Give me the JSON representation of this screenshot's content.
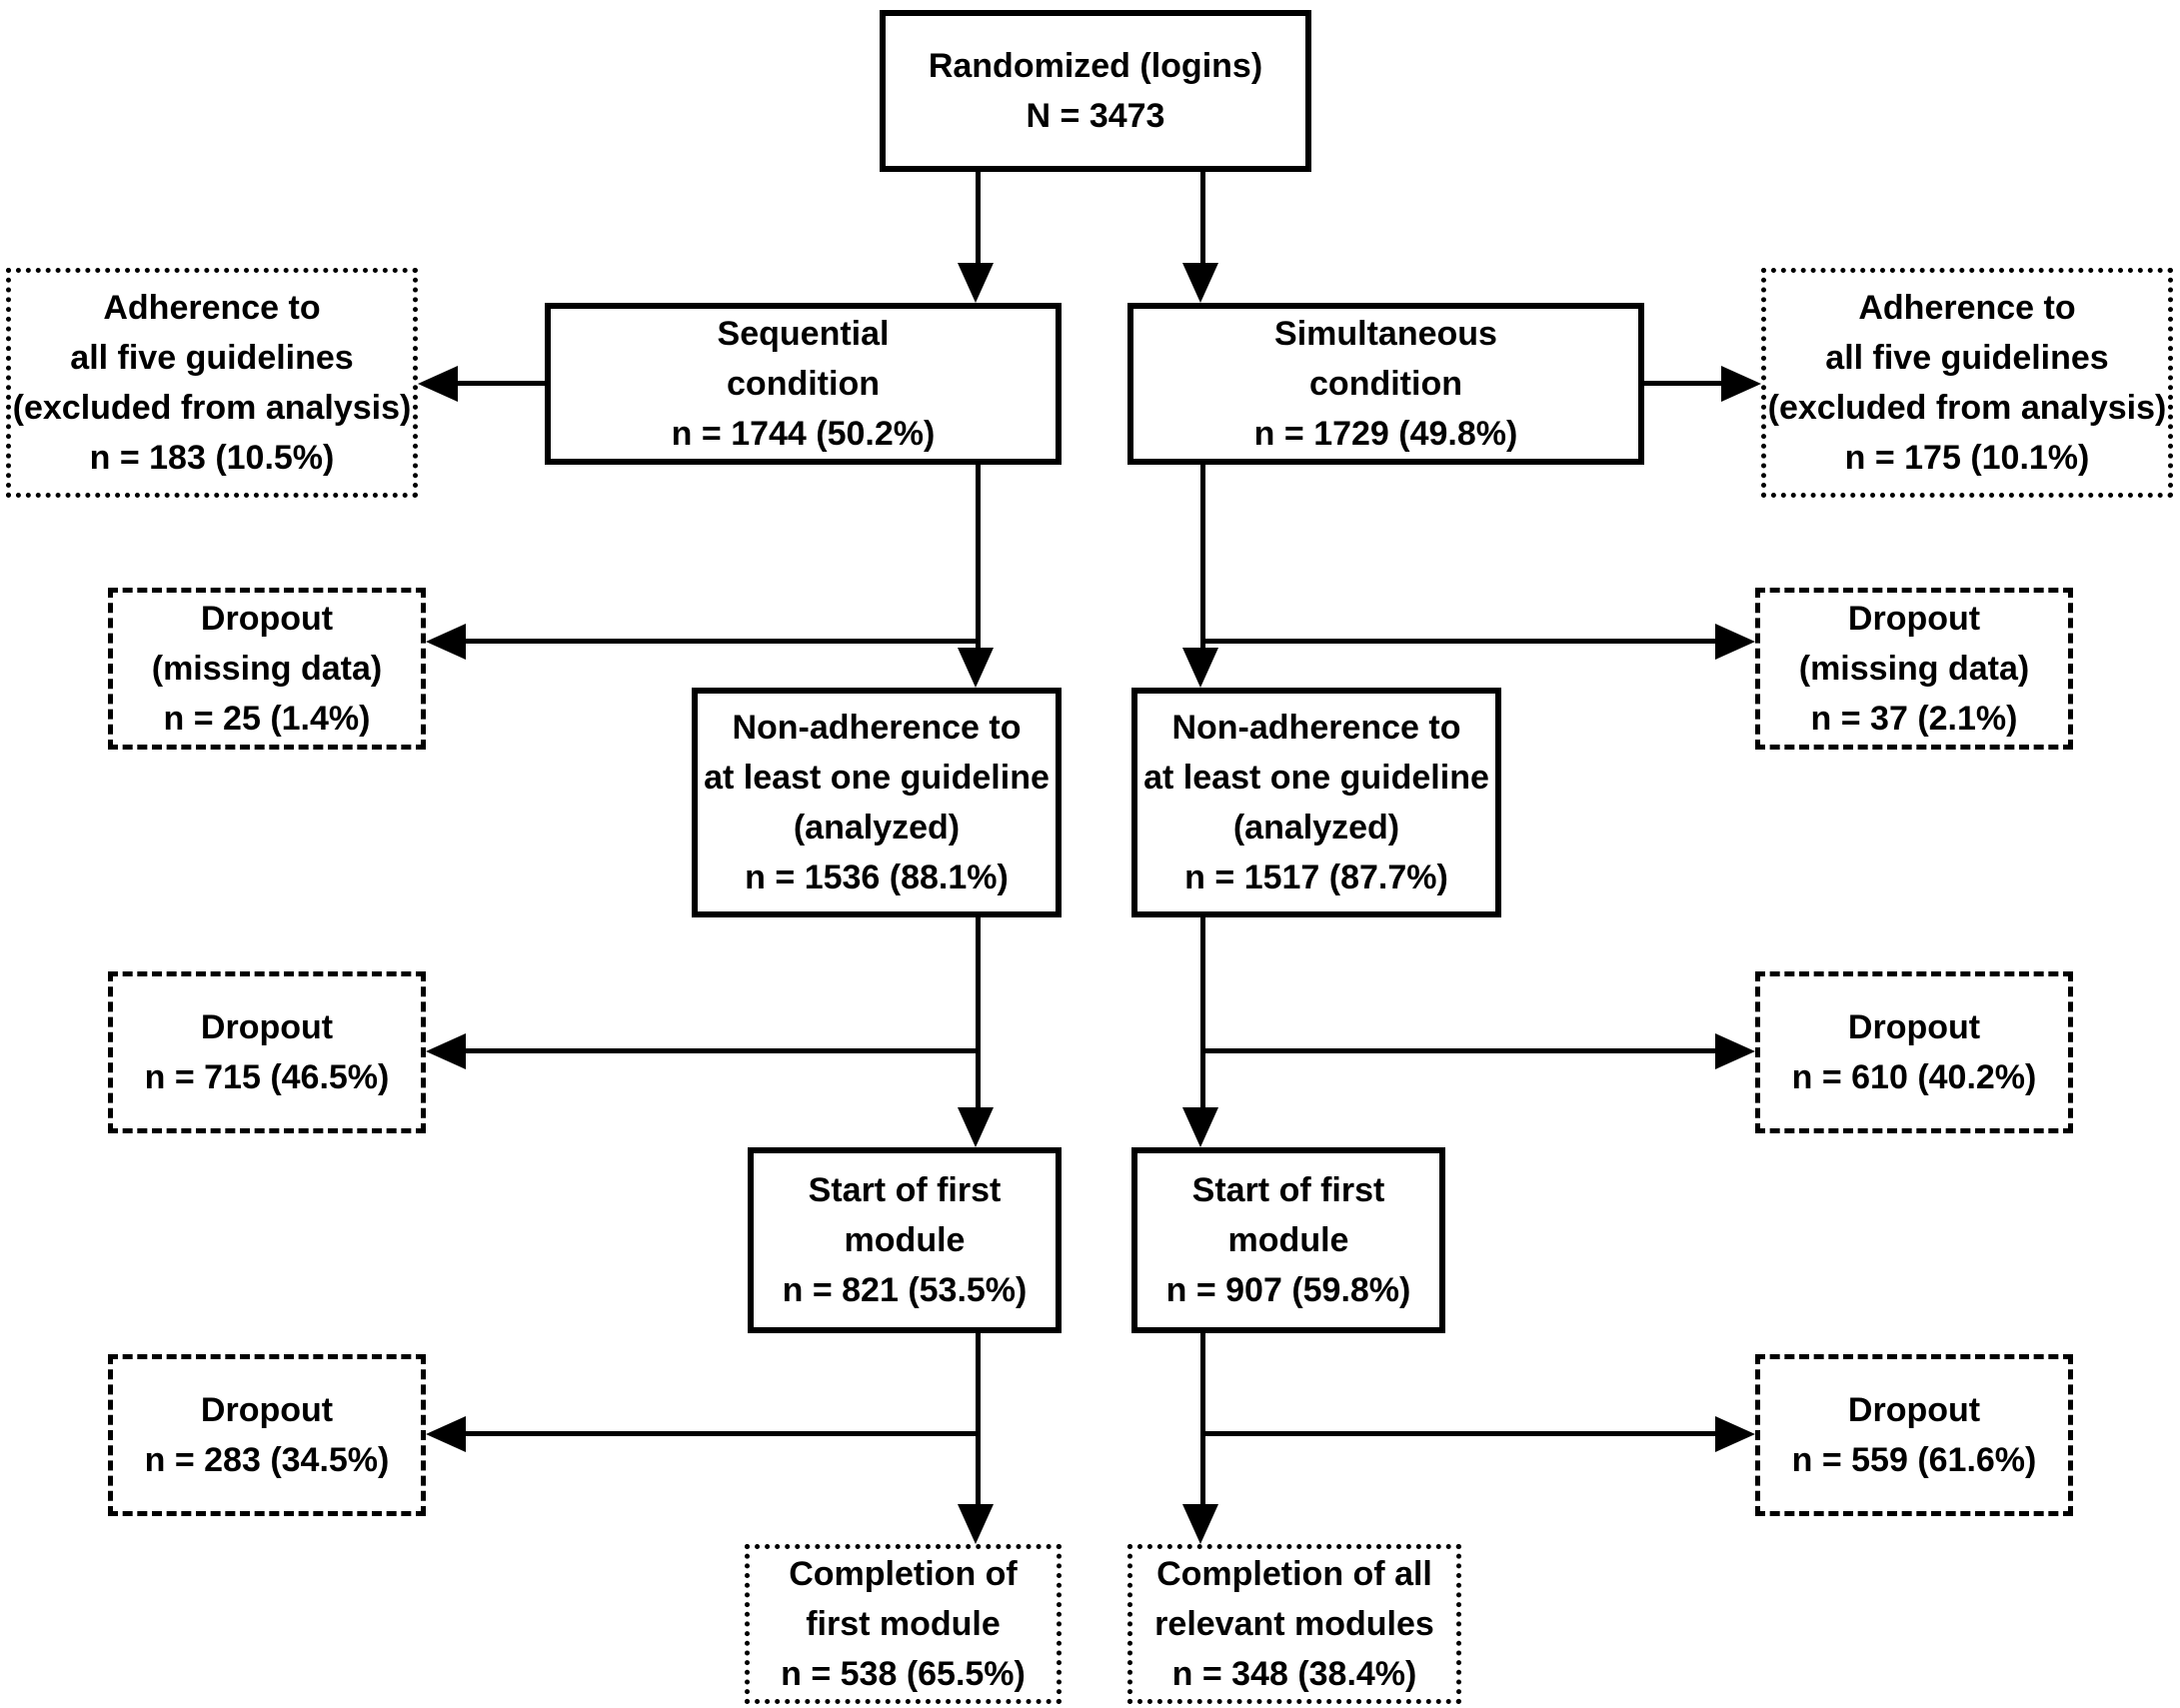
{
  "diagram": {
    "colors": {
      "ink": "#000000",
      "paper": "#ffffff"
    },
    "nodes": {
      "randomized": {
        "lines": [
          "Randomized (logins)",
          "N = 3473"
        ]
      },
      "sequential": {
        "lines": [
          "Sequential",
          "condition",
          "n = 1744 (50.2%)"
        ]
      },
      "simultaneous": {
        "lines": [
          "Simultaneous",
          "condition",
          "n = 1729 (49.8%)"
        ]
      },
      "adherence_left": {
        "lines": [
          "Adherence to",
          "all five guidelines",
          "(excluded from analysis)",
          "n = 183 (10.5%)"
        ]
      },
      "adherence_right": {
        "lines": [
          "Adherence to",
          "all five guidelines",
          "(excluded from analysis)",
          "n = 175 (10.1%)"
        ]
      },
      "dropout_missing_left": {
        "lines": [
          "Dropout",
          "(missing data)",
          "n = 25 (1.4%)"
        ]
      },
      "dropout_missing_right": {
        "lines": [
          "Dropout",
          "(missing data)",
          "n = 37 (2.1%)"
        ]
      },
      "nonadherence_left": {
        "lines": [
          "Non-adherence to",
          "at least one guideline",
          "(analyzed)",
          "n = 1536 (88.1%)"
        ]
      },
      "nonadherence_right": {
        "lines": [
          "Non-adherence to",
          "at least one guideline",
          "(analyzed)",
          "n = 1517 (87.7%)"
        ]
      },
      "dropout2_left": {
        "lines": [
          "Dropout",
          "n = 715 (46.5%)"
        ]
      },
      "dropout2_right": {
        "lines": [
          "Dropout",
          "n = 610 (40.2%)"
        ]
      },
      "start_left": {
        "lines": [
          "Start of first",
          "module",
          "n = 821 (53.5%)"
        ]
      },
      "start_right": {
        "lines": [
          "Start of first",
          "module",
          "n = 907 (59.8%)"
        ]
      },
      "dropout3_left": {
        "lines": [
          "Dropout",
          "n = 283 (34.5%)"
        ]
      },
      "dropout3_right": {
        "lines": [
          "Dropout",
          "n = 559 (61.6%)"
        ]
      },
      "completion_left": {
        "lines": [
          "Completion of",
          "first module",
          "n = 538 (65.5%)"
        ]
      },
      "completion_right": {
        "lines": [
          "Completion of all",
          "relevant modules",
          "n = 348 (38.4%)"
        ]
      }
    }
  }
}
